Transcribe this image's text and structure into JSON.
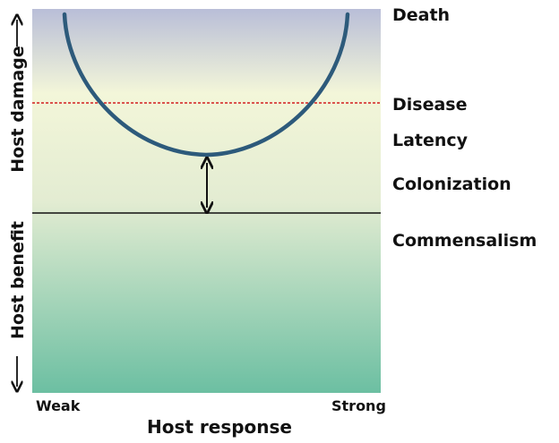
{
  "title": "",
  "colors": {
    "top": "#b9bed8",
    "upper": "#f3f6d9",
    "middle": "#e3ecd2",
    "bottom": "#6cbfa2",
    "curve": "#2d5a7b",
    "disease_line": "#d21f1f",
    "baseline": "#111111"
  },
  "right_labels": {
    "death": "Death",
    "disease": "Disease",
    "latency": "Latency",
    "colonization": "Colonization",
    "commensalism": "Commensalism"
  },
  "axis": {
    "x_weak": "Weak",
    "x_strong": "Strong",
    "x_title": "Host response",
    "y_top": "Host damage",
    "y_bottom": "Host benefit"
  }
}
